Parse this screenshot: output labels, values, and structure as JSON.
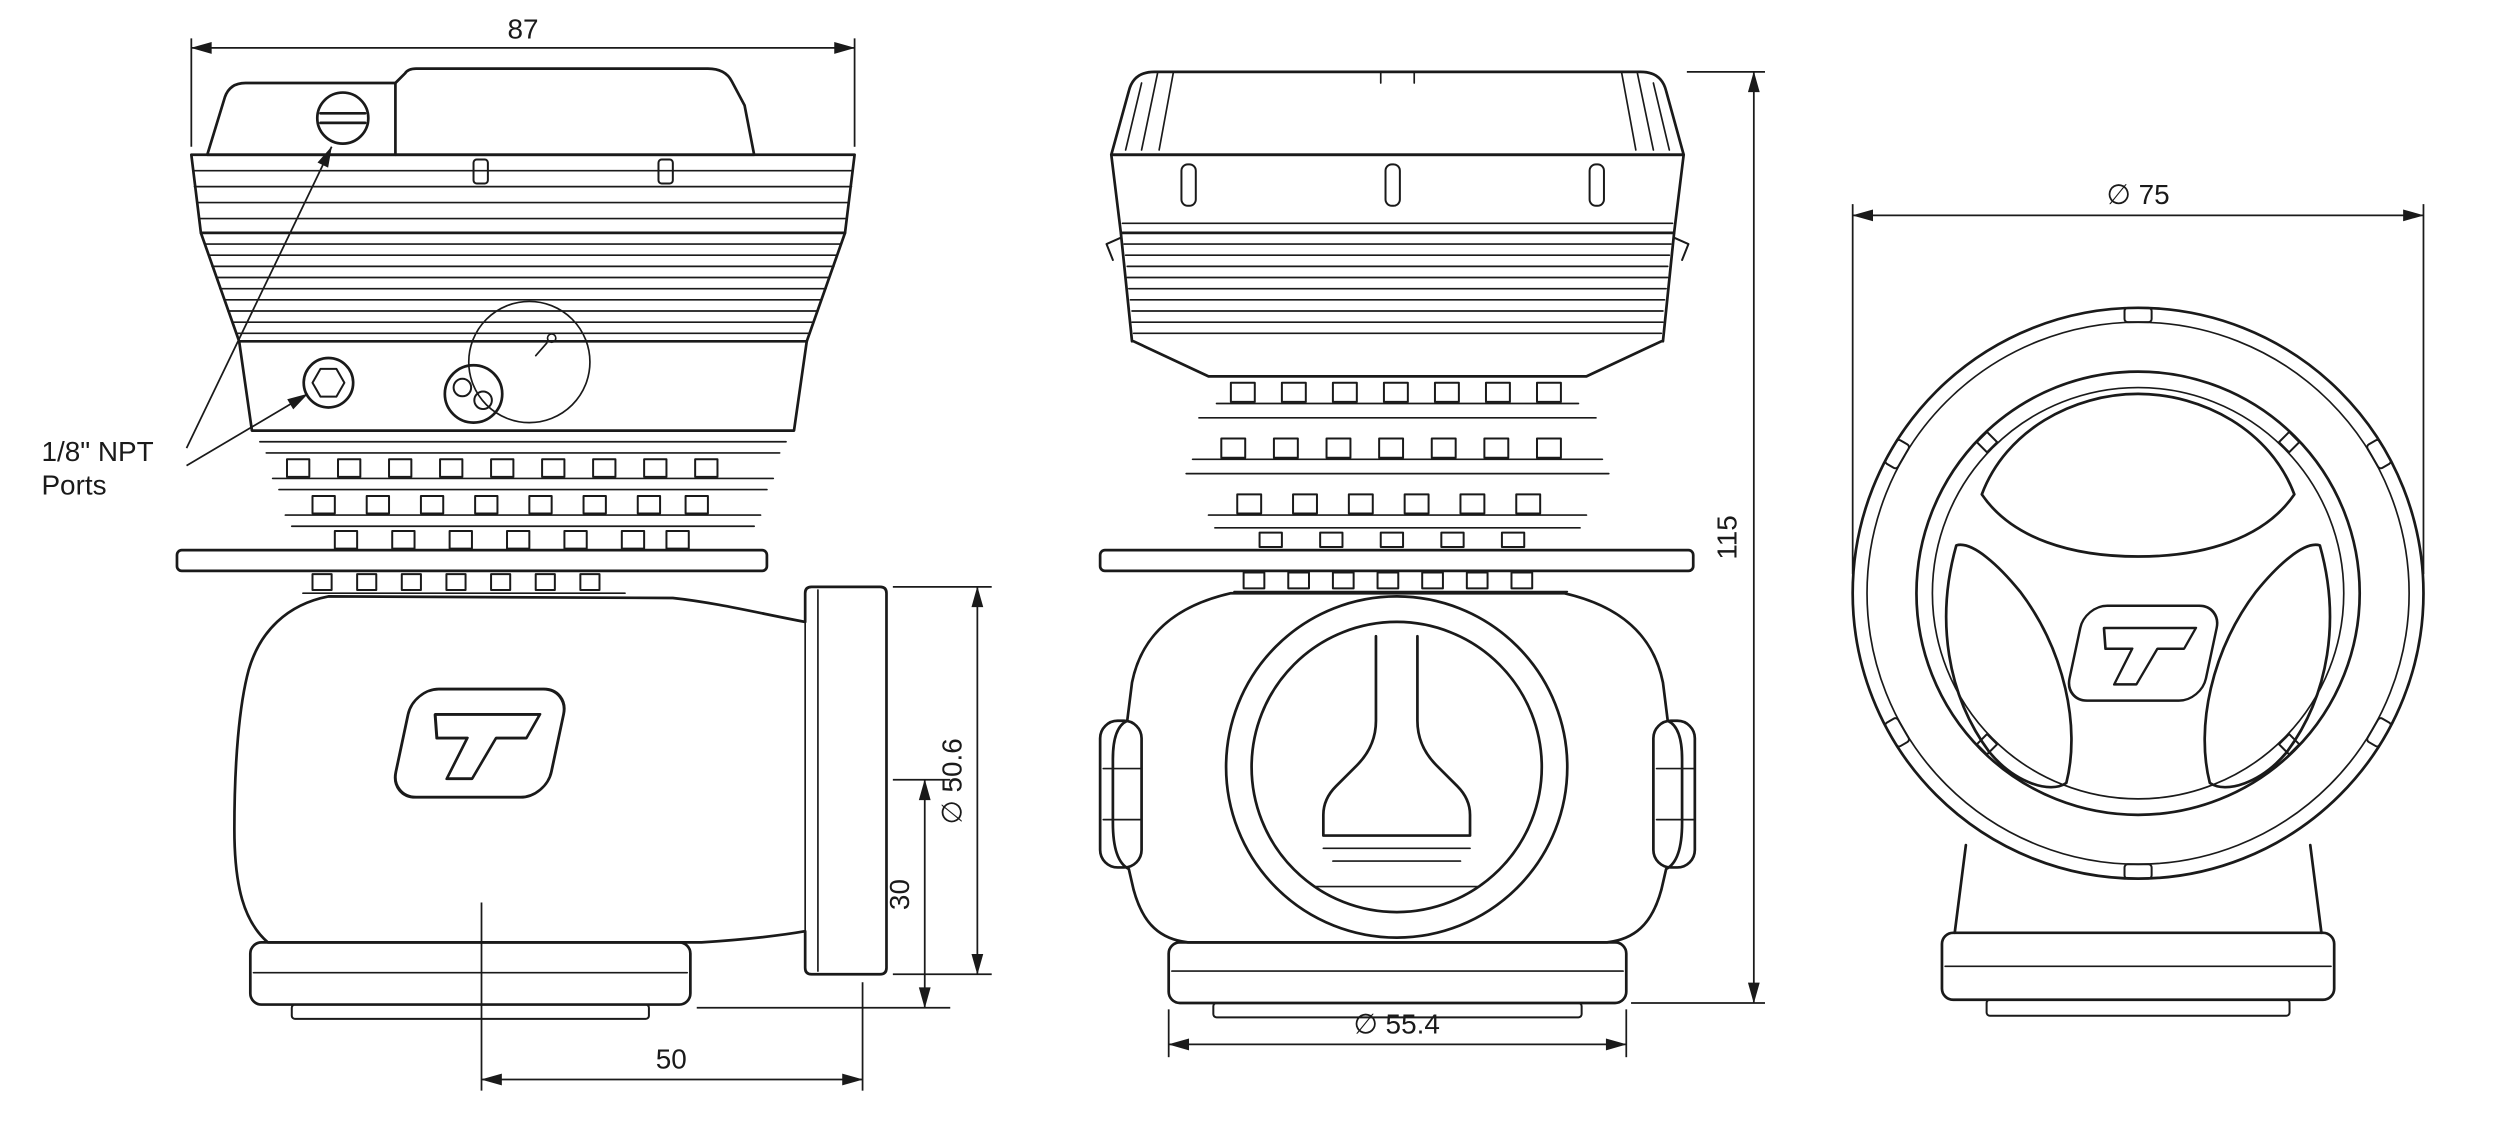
{
  "drawing": {
    "background": "#ffffff",
    "line_color": "#1a1a1a",
    "ports_label": {
      "line1": "1/8\" NPT",
      "line2": "Ports"
    },
    "dimensions": {
      "overall_width": "87",
      "outlet_diameter": "∅ 50.6",
      "outlet_center_to_base": "30",
      "center_to_outlet_face": "50",
      "overall_height": "115",
      "vband_diameter": "∅ 55.4",
      "cap_diameter": "∅ 75"
    }
  }
}
